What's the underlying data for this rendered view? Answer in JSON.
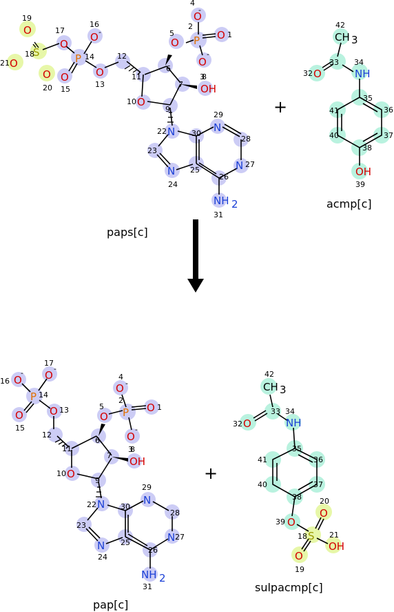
{
  "reactants": [
    {
      "id": "paps",
      "name": "paps[c]"
    },
    {
      "id": "acmp",
      "name": "acmp[c]"
    }
  ],
  "products": [
    {
      "id": "pap",
      "name": "pap[c]"
    },
    {
      "id": "sulpacmp",
      "name": "sulpacmp[c]"
    }
  ],
  "plus_sign": "+",
  "highlight_colors": {
    "blue": "#ccccf5",
    "teal": "#b9f2df",
    "yellow": "#e7f7a8"
  }
}
